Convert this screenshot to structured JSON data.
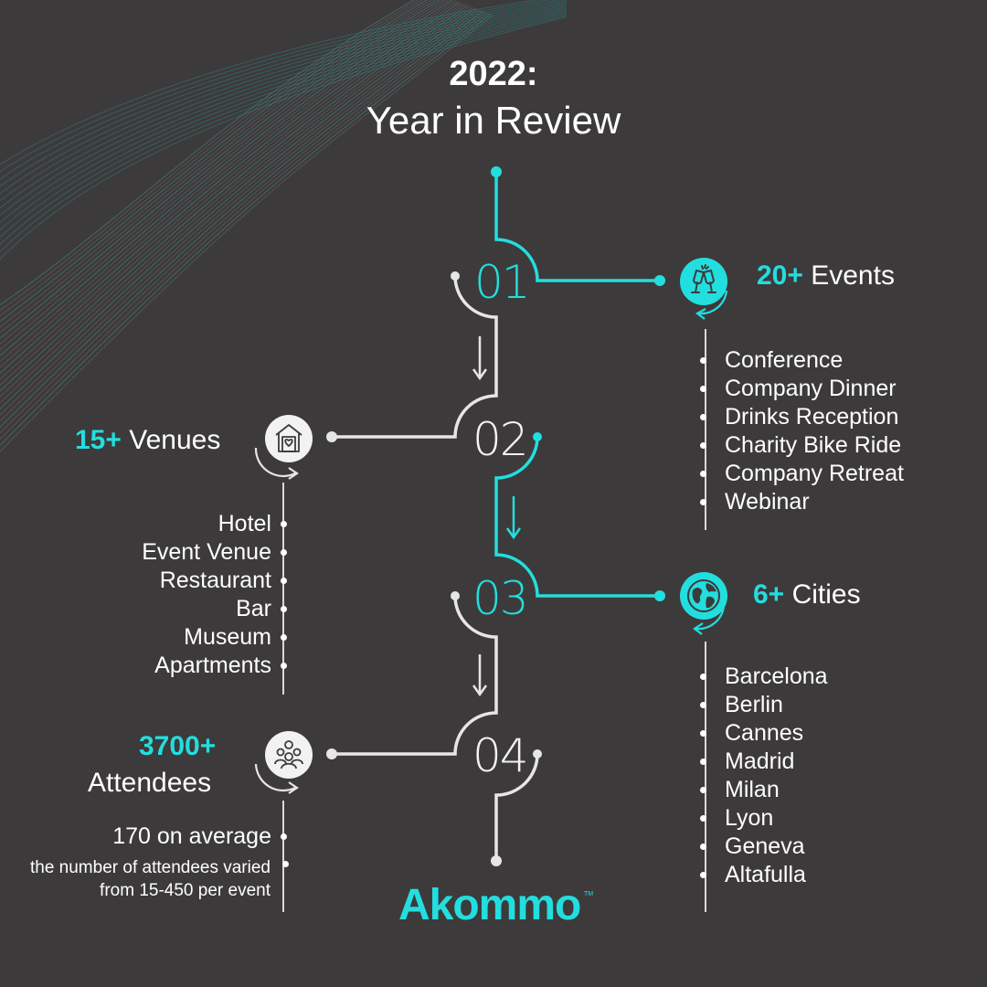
{
  "title": {
    "line1": "2022:",
    "line2": "Year in Review"
  },
  "colors": {
    "background": "#3d3a3b",
    "accent": "#23dede",
    "text": "#ffffff",
    "line": "#e6e6e6"
  },
  "steps": [
    {
      "number": "01",
      "color": "teal"
    },
    {
      "number": "02",
      "color": "white"
    },
    {
      "number": "03",
      "color": "teal"
    },
    {
      "number": "04",
      "color": "white"
    }
  ],
  "events": {
    "value": "20+",
    "label": "Events",
    "icon": "champagne-glasses-icon",
    "items": [
      "Conference",
      "Company Dinner",
      "Drinks Reception",
      "Charity Bike Ride",
      "Company Retreat",
      "Webinar"
    ]
  },
  "venues": {
    "value": "15+",
    "label": "Venues",
    "icon": "house-heart-icon",
    "items": [
      "Hotel",
      "Event Venue",
      "Restaurant",
      "Bar",
      "Museum",
      "Apartments"
    ]
  },
  "cities": {
    "value": "6+",
    "label": "Cities",
    "icon": "globe-icon",
    "items": [
      "Barcelona",
      "Berlin",
      "Cannes",
      "Madrid",
      "Milan",
      "Lyon",
      "Geneva",
      "Altafulla"
    ]
  },
  "attendees": {
    "value": "3700+",
    "label": "Attendees",
    "icon": "people-group-icon",
    "items": [
      "170 on average"
    ],
    "note": "the number of attendees varied from 15-450 per event"
  },
  "brand": {
    "name": "Akommo",
    "trademark": "TM"
  }
}
